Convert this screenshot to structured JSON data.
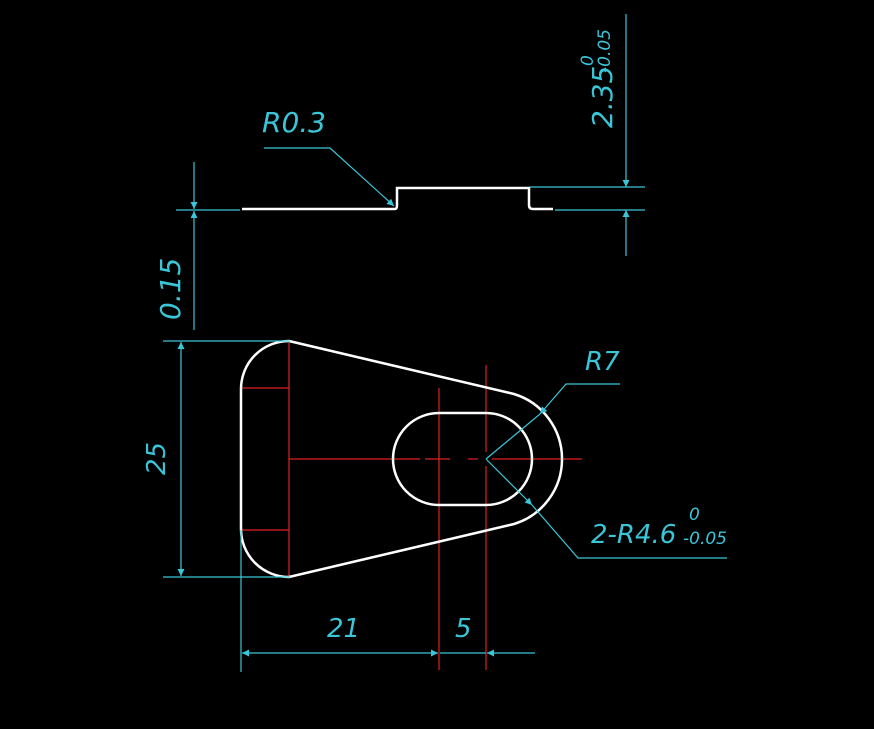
{
  "colors": {
    "background": "#000000",
    "outline": "#ffffff",
    "dimension": "#39c6d8",
    "centerline": "#e02020"
  },
  "labels": {
    "fillet_radius": "R0.3",
    "thickness_value": "2.35",
    "thickness_tol_upper": "0",
    "thickness_tol_lower": "-0.05",
    "step_height": "0.15",
    "height": "25",
    "outer_radius": "R7",
    "slot_radius": "2-R4.6",
    "slot_tol_upper": "0",
    "slot_tol_lower": "-0.05",
    "width_left": "21",
    "width_right": "5"
  }
}
